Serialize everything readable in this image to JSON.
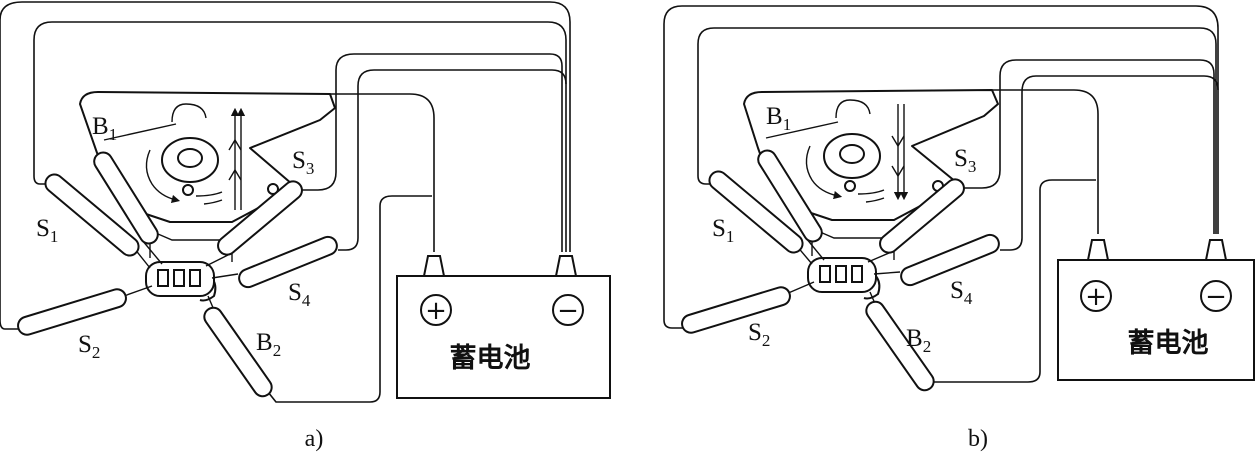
{
  "panels": [
    {
      "id": "a",
      "caption": "a)",
      "battery_label": "蓄电池",
      "terminals": {
        "positive": "+",
        "negative": "−"
      },
      "labels": [
        {
          "main": "B",
          "sub": "1"
        },
        {
          "main": "S",
          "sub": "3"
        },
        {
          "main": "S",
          "sub": "1"
        },
        {
          "main": "S",
          "sub": "4"
        },
        {
          "main": "S",
          "sub": "2"
        },
        {
          "main": "B",
          "sub": "2"
        }
      ],
      "arrow_direction": "up"
    },
    {
      "id": "b",
      "caption": "b)",
      "battery_label": "蓄电池",
      "terminals": {
        "positive": "+",
        "negative": "−"
      },
      "labels": [
        {
          "main": "B",
          "sub": "1"
        },
        {
          "main": "S",
          "sub": "3"
        },
        {
          "main": "S",
          "sub": "1"
        },
        {
          "main": "S",
          "sub": "4"
        },
        {
          "main": "S",
          "sub": "2"
        },
        {
          "main": "B",
          "sub": "2"
        }
      ],
      "arrow_direction": "down"
    }
  ]
}
